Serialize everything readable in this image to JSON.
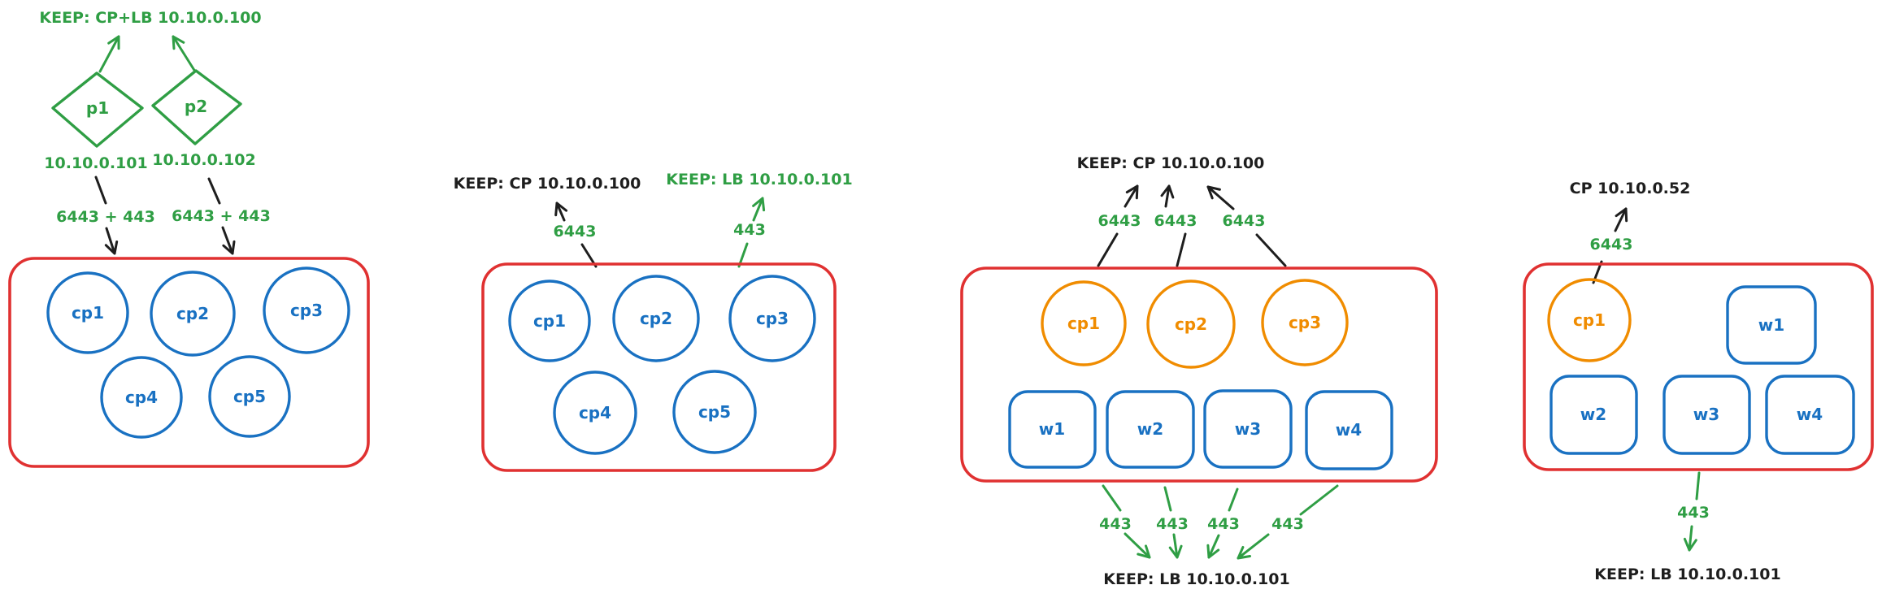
{
  "colors": {
    "green": "#2f9e44",
    "red": "#e03131",
    "blue": "#1971c2",
    "orange": "#f08c00",
    "black": "#1e1e1e",
    "bg": "#ffffff"
  },
  "diagram1": {
    "keep_label": "KEEP: CP+LB 10.10.0.100",
    "proxy1_label": "p1",
    "proxy2_label": "p2",
    "proxy1_ip": "10.10.0.101",
    "proxy2_ip": "10.10.0.102",
    "ports1": "6443 + 443",
    "ports2": "6443 + 443",
    "nodes": [
      "cp1",
      "cp2",
      "cp3",
      "cp4",
      "cp5"
    ]
  },
  "diagram2": {
    "keep_cp_label": "KEEP: CP 10.10.0.100",
    "keep_lb_label": "KEEP: LB 10.10.0.101",
    "cp_port": "6443",
    "lb_port": "443",
    "nodes": [
      "cp1",
      "cp2",
      "cp3",
      "cp4",
      "cp5"
    ]
  },
  "diagram3": {
    "keep_cp_label": "KEEP: CP 10.10.0.100",
    "keep_lb_label": "KEEP: LB 10.10.0.101",
    "cp_ports": [
      "6443",
      "6443",
      "6443"
    ],
    "lb_ports": [
      "443",
      "443",
      "443",
      "443"
    ],
    "cp_nodes": [
      "cp1",
      "cp2",
      "cp3"
    ],
    "worker_nodes": [
      "w1",
      "w2",
      "w3",
      "w4"
    ]
  },
  "diagram4": {
    "cp_label": "CP 10.10.0.52",
    "keep_lb_label": "KEEP: LB 10.10.0.101",
    "cp_port": "6443",
    "lb_port": "443",
    "cp_nodes": [
      "cp1"
    ],
    "worker_nodes": [
      "w1",
      "w2",
      "w3",
      "w4"
    ]
  }
}
